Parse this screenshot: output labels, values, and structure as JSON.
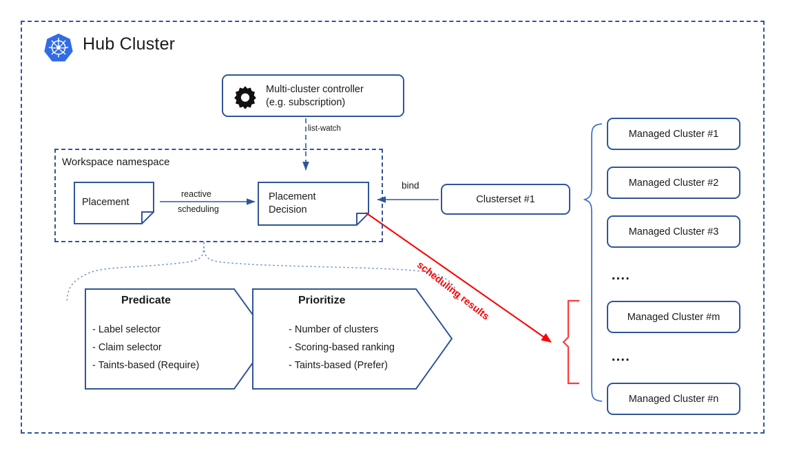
{
  "diagram": {
    "title": "Hub Cluster",
    "logo_icon": "kubernetes-logo-icon",
    "colors": {
      "primary_blue": "#2F5597",
      "accent_red": "#FF0000",
      "k8s_blue": "#326CE5",
      "brace_blue": "#4472C4"
    }
  },
  "controller": {
    "icon": "gear-icon",
    "label": "Multi-cluster controller\n(e.g. subscription)",
    "edge_label": "list-watch"
  },
  "workspace": {
    "label": "Workspace namespace",
    "placement": {
      "label": "Placement"
    },
    "placement_decision": {
      "label": "Placement\nDecision"
    },
    "edge_label_line1": "reactive",
    "edge_label_line2": "scheduling"
  },
  "clusterset": {
    "label": "Clusterset #1",
    "bind_label": "bind"
  },
  "scheduling": {
    "results_label": "scheduling results"
  },
  "stages": [
    {
      "title": "Predicate",
      "items": "- Label selector\n- Claim selector\n- Taints-based (Require)"
    },
    {
      "title": "Prioritize",
      "items": "- Number of clusters\n-  Scoring-based ranking\n- Taints-based (Prefer)"
    }
  ],
  "managed_clusters": [
    {
      "label": "Managed Cluster #1"
    },
    {
      "label": "Managed Cluster #2"
    },
    {
      "label": "Managed Cluster #3"
    },
    {
      "label": "Managed Cluster #m"
    },
    {
      "label": "Managed Cluster #n"
    }
  ],
  "ellipses": [
    "....",
    "...."
  ]
}
